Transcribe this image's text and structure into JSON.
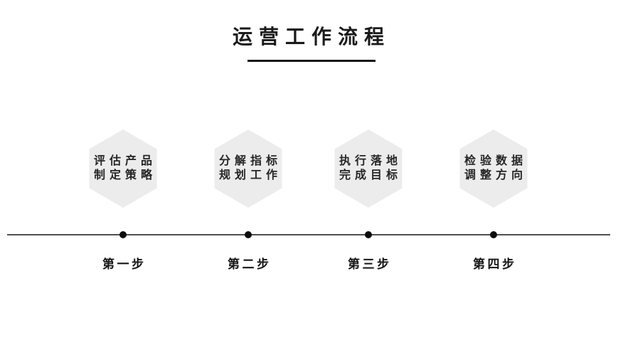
{
  "title": {
    "text": "运营工作流程"
  },
  "steps": [
    {
      "hex_line1": "评估产品",
      "hex_line2": "制定策略",
      "label": "第一步"
    },
    {
      "hex_line1": "分解指标",
      "hex_line2": "规划工作",
      "label": "第二步"
    },
    {
      "hex_line1": "执行落地",
      "hex_line2": "完成目标",
      "label": "第三步"
    },
    {
      "hex_line1": "检验数据",
      "hex_line2": "调整方向",
      "label": "第四步"
    }
  ],
  "colors": {
    "background": "#ffffff",
    "hexagon_fill": "#ececec",
    "title_text": "#1a1a1a",
    "body_text": "#262626",
    "timeline_line": "#4f4f4f",
    "timeline_dot": "#0d0d0d"
  }
}
